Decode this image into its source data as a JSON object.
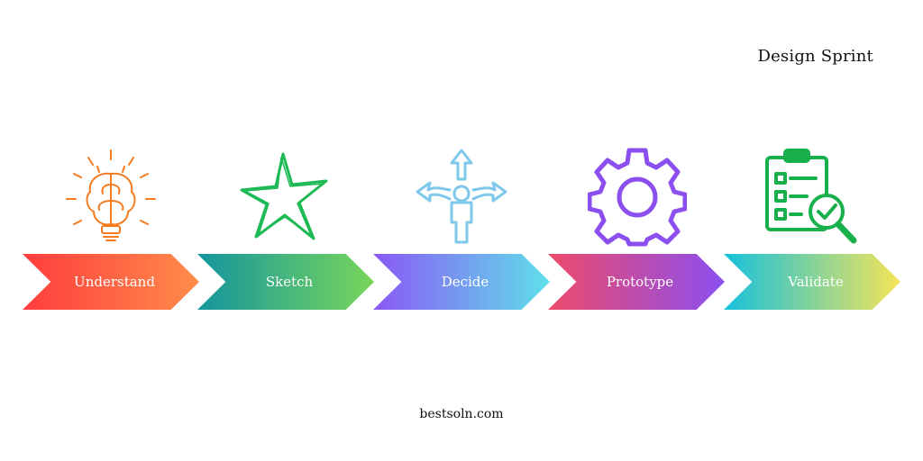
{
  "title": "Design Sprint",
  "footer": "bestsoln.com",
  "steps": [
    {
      "label": "Understand",
      "icon": "lightbulb-brain-icon",
      "from": "#ff3d3d",
      "to": "#ff8c4b",
      "icon_color": "#f47b20"
    },
    {
      "label": "Sketch",
      "icon": "star-icon",
      "from": "#14959e",
      "to": "#78d65a",
      "icon_color": "#1db954"
    },
    {
      "label": "Decide",
      "icon": "person-arrows-icon",
      "from": "#8b58f5",
      "to": "#5fe0ea",
      "icon_color": "#7ec8ea"
    },
    {
      "label": "Prototype",
      "icon": "gear-icon",
      "from": "#ee4a6a",
      "to": "#8b4ff0",
      "icon_color": "#8b4ff0"
    },
    {
      "label": "Validate",
      "icon": "clipboard-search-icon",
      "from": "#16c1dc",
      "to": "#f5e458",
      "icon_color": "#18b04a"
    }
  ]
}
